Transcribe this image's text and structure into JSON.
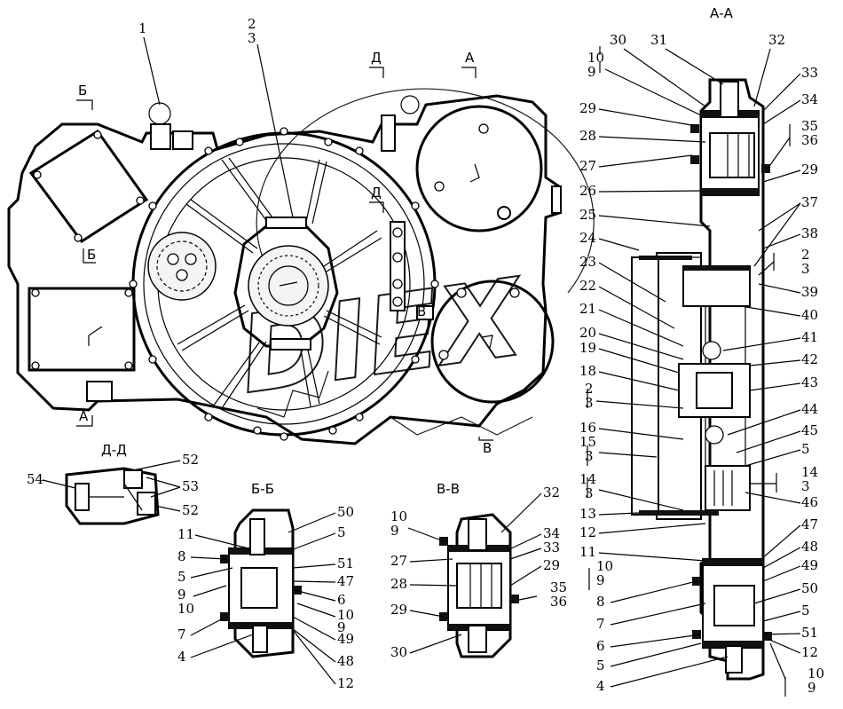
{
  "section_titles": {
    "aa": "А-А",
    "dd": "Д-Д",
    "bb": "Б-Б",
    "vv": "В-В"
  },
  "cut_markers": {
    "b": "Б",
    "d_top": "Д",
    "a_top": "А",
    "d_mid": "Д",
    "b_mid": "Б",
    "a_bottom": "А",
    "v_bottom": "В",
    "v_mid": "В"
  },
  "callouts": {
    "main": [
      "1",
      "2",
      "3"
    ],
    "aa_left": [
      "10",
      "9",
      "30",
      "31",
      "29",
      "28",
      "27",
      "26",
      "25",
      "24",
      "23",
      "22",
      "21",
      "20",
      "19",
      "18",
      "2",
      "3",
      "16",
      "15",
      "3",
      "14",
      "3",
      "13",
      "12",
      "11",
      "10",
      "9",
      "8",
      "7",
      "6",
      "5",
      "4"
    ],
    "aa_right": [
      "32",
      "33",
      "34",
      "35",
      "36",
      "29",
      "37",
      "38",
      "2",
      "3",
      "39",
      "40",
      "41",
      "42",
      "43",
      "44",
      "45",
      "5",
      "14",
      "3",
      "46",
      "47",
      "48",
      "49",
      "50",
      "5",
      "51",
      "12",
      "10",
      "9"
    ],
    "dd": [
      "54",
      "52",
      "53",
      "52"
    ],
    "bb": [
      "50",
      "5",
      "11",
      "8",
      "5",
      "9",
      "10",
      "7",
      "4",
      "51",
      "47",
      "6",
      "10",
      "9",
      "49",
      "48",
      "12"
    ],
    "vv": [
      "10",
      "9",
      "27",
      "28",
      "29",
      "30",
      "32",
      "34",
      "33",
      "29",
      "35",
      "36"
    ]
  },
  "watermark": "DIEX"
}
